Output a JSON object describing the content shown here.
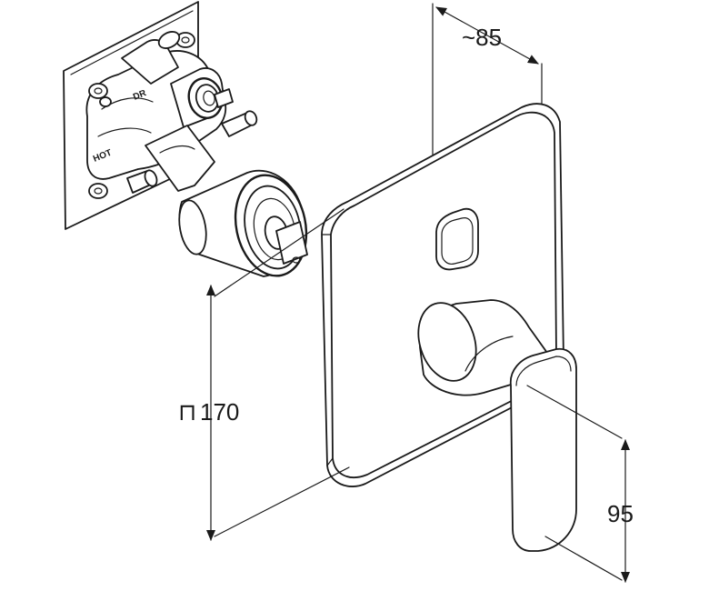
{
  "dimensions": {
    "depth_label": "~85",
    "plate_size_label": "170",
    "plate_size_symbol": "⊓",
    "lever_height_label": "95"
  },
  "valve_labels": {
    "diverter": "DR",
    "hot": "HOT"
  }
}
